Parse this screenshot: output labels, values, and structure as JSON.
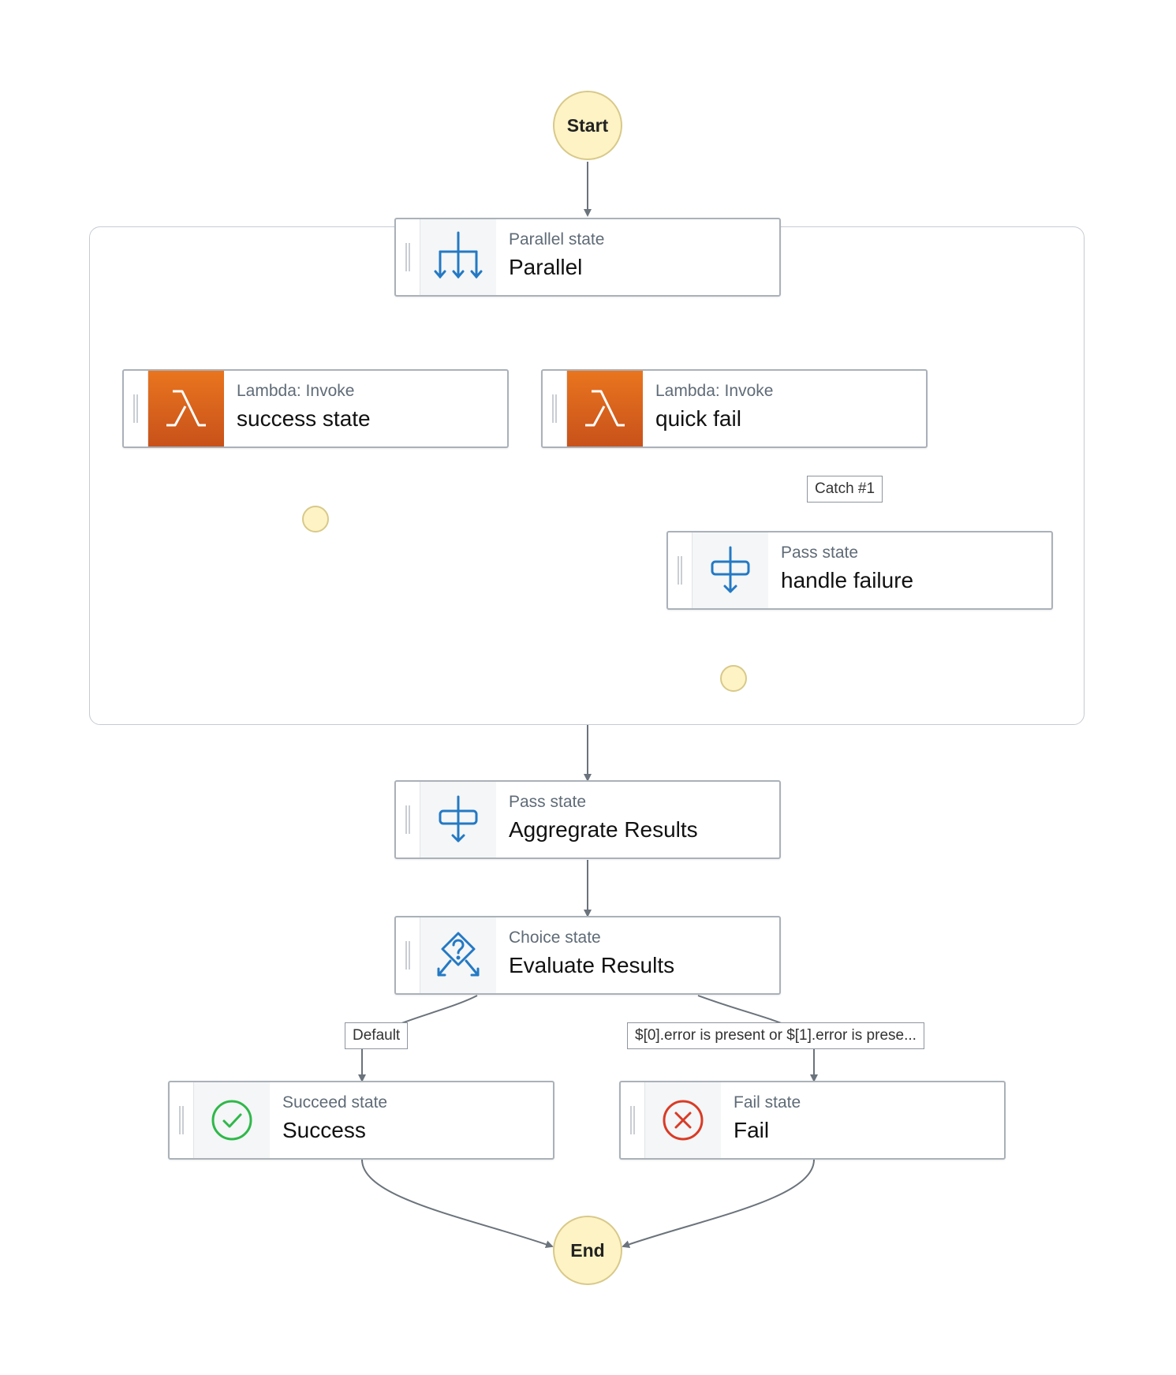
{
  "diagram": {
    "start_label": "Start",
    "end_label": "End",
    "states": {
      "parallel": {
        "type": "Parallel state",
        "name": "Parallel",
        "icon": "parallel-icon"
      },
      "success_state": {
        "type": "Lambda: Invoke",
        "name": "success state",
        "icon": "lambda-icon"
      },
      "quick_fail": {
        "type": "Lambda: Invoke",
        "name": "quick fail",
        "icon": "lambda-icon"
      },
      "handle_failure": {
        "type": "Pass state",
        "name": "handle failure",
        "icon": "pass-icon"
      },
      "aggregate": {
        "type": "Pass state",
        "name": "Aggregrate Results",
        "icon": "pass-icon"
      },
      "evaluate": {
        "type": "Choice state",
        "name": "Evaluate Results",
        "icon": "choice-icon"
      },
      "success": {
        "type": "Succeed state",
        "name": "Success",
        "icon": "succeed-icon"
      },
      "fail": {
        "type": "Fail state",
        "name": "Fail",
        "icon": "fail-icon"
      }
    },
    "edge_labels": {
      "catch": "Catch #1",
      "default": "Default",
      "condition": "$[0].error is present or $[1].error is prese..."
    },
    "colors": {
      "edge": "#6b737c",
      "terminal_fill": "#fdf3c4",
      "lambda_orange": "#d9621c",
      "icon_blue": "#2479c4",
      "succeed_green": "#2fb84a",
      "fail_red": "#d93b26"
    }
  }
}
